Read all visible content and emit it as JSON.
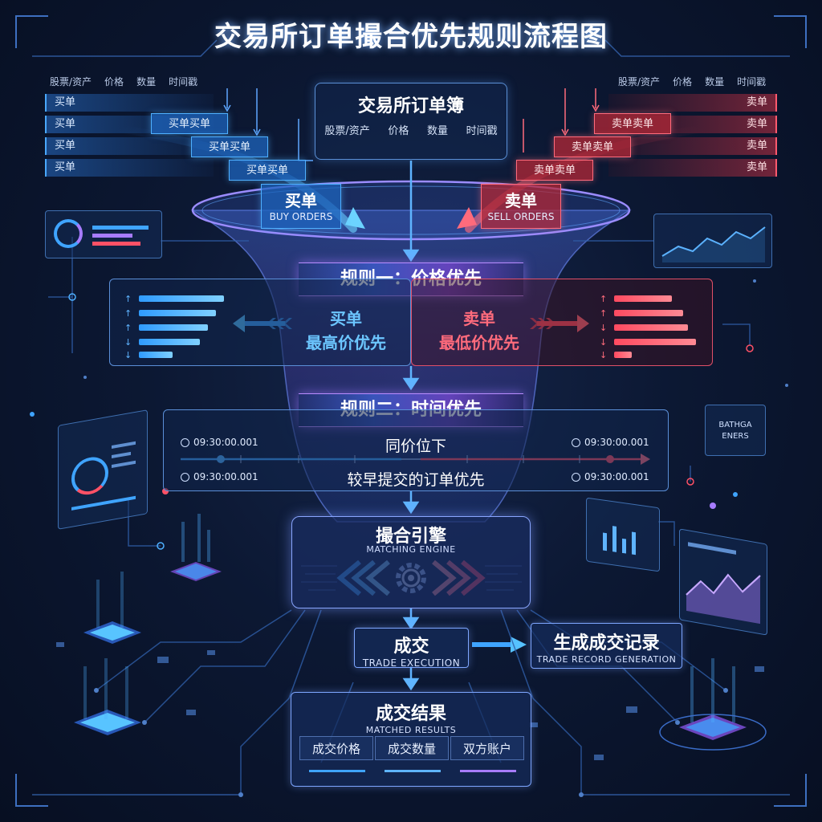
{
  "title": "交易所订单撮合优先规则流程图",
  "left_header": [
    "股票/资产",
    "价格",
    "数量",
    "时间戳"
  ],
  "right_header": [
    "股票/资产",
    "价格",
    "数量",
    "时间戳"
  ],
  "left_rows": [
    "买单",
    "买单",
    "买单",
    "买单"
  ],
  "right_rows": [
    "卖单",
    "卖单",
    "卖单",
    "卖单"
  ],
  "buy_chips": [
    "买单买单",
    "买单买单",
    "买单买单"
  ],
  "sell_chips": [
    "卖单卖单",
    "卖单卖单",
    "卖单卖单"
  ],
  "orderbook": {
    "title": "交易所订单簿",
    "cols": [
      "股票/资产",
      "价格",
      "数量",
      "时间戳"
    ]
  },
  "buy_orders": {
    "cn": "买单",
    "en": "BUY ORDERS"
  },
  "sell_orders": {
    "cn": "卖单",
    "en": "SELL ORDERS"
  },
  "rule1": {
    "title": "规则一：价格优先",
    "buy_label": "买单",
    "buy_rule": "最高价优先",
    "sell_label": "卖单",
    "sell_rule": "最低价优先"
  },
  "rule2": {
    "title": "规则二：时间优先",
    "line1": "同价位下",
    "line2": "较早提交的订单优先",
    "time": "09:30:00.001"
  },
  "engine": {
    "cn": "撮合引擎",
    "en": "MATCHING ENGINE"
  },
  "trade_exec": {
    "cn": "成交",
    "en": "TRADE EXECUTION"
  },
  "trade_record": {
    "cn": "生成成交记录",
    "en": "TRADE RECORD GENERATION"
  },
  "results": {
    "cn": "成交结果",
    "en": "MATCHED RESULTS",
    "cols": [
      "成交价格",
      "成交数量",
      "双方账户"
    ]
  },
  "side_badge": [
    "BATHGA",
    "ENERS"
  ],
  "colors": {
    "buy": "#3fa4ff",
    "sell": "#ff5166",
    "accent": "#a77cff",
    "background": "#0a1428"
  }
}
